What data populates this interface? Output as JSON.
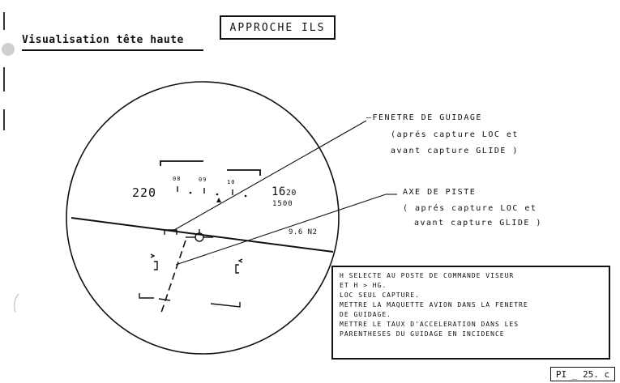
{
  "title": "APPROCHE ILS",
  "subtitle": "Visualisation tête haute",
  "hud": {
    "speed": "220",
    "heading_ticks": [
      "08",
      "09",
      "10"
    ],
    "altitude_main": "16",
    "altitude_sub": "20",
    "altitude_setting": "1500",
    "distance": "9.6 N2"
  },
  "callouts": {
    "guidage": {
      "label": "—FENETRE DE GUIDAGE",
      "line1": "(aprés capture LOC et",
      "line2": "avant capture GLIDE )"
    },
    "piste": {
      "label": "AXE DE PISTE",
      "line1": "( aprés capture LOC et",
      "line2": "avant capture GLIDE )"
    }
  },
  "notes": [
    "H SELECTE AU POSTE DE COMMANDE VISEUR",
    "ET H > HG.",
    "LOC SEUL CAPTURE.",
    "METTRE LA MAQUETTE AVION DANS LA FENETRE",
    "DE GUIDAGE.",
    "METTRE LE TAUX D'ACCELERATION DANS LES",
    "PARENTHESES DU GUIDAGE EN INCIDENCE"
  ],
  "page_ref": "PI _ 25. c"
}
